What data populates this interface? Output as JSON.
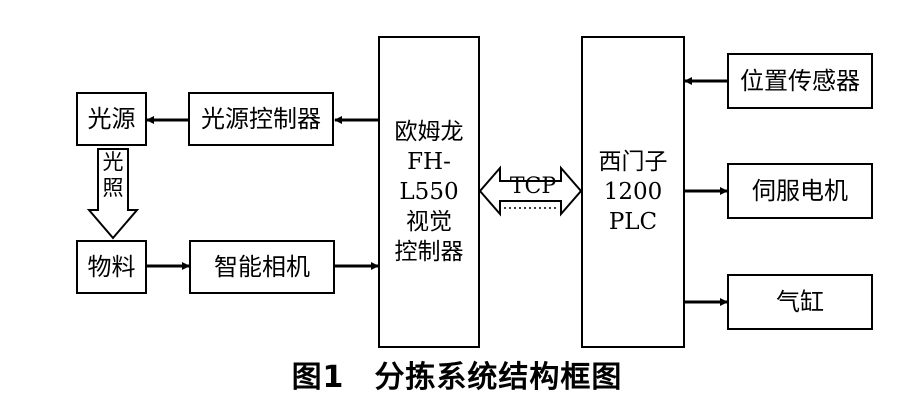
{
  "boxes": {
    "light_source": "光源",
    "light_controller": "光源控制器",
    "material": "物料",
    "smart_camera": "智能相机",
    "vision_controller": "欧姆龙\nFH-\nL550\n视觉\n控制器",
    "plc": "西门子\n1200\nPLC",
    "position_sensor": "位置传感器",
    "servo_motor": "伺服电机",
    "cylinder": "气缸"
  },
  "labels": {
    "tcp": "TCP",
    "illumination": "光\n照"
  },
  "caption": {
    "figure_no": "图1",
    "title": "分拣系统结构框图"
  }
}
